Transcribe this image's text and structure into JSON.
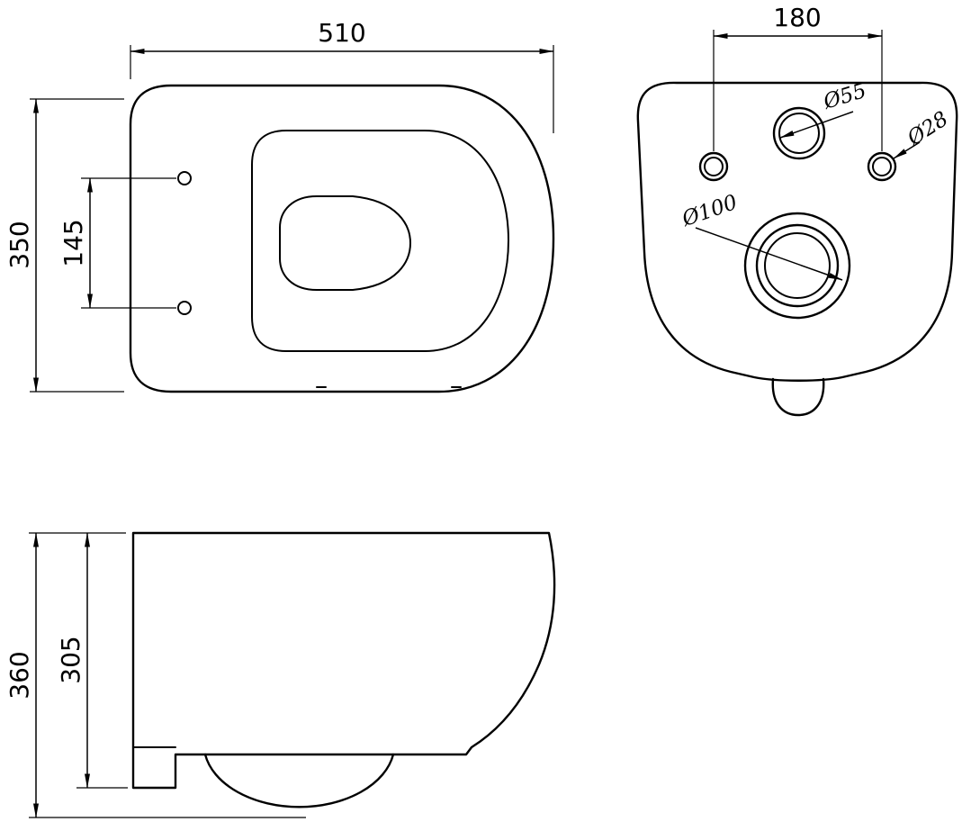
{
  "drawing": {
    "background": "#ffffff",
    "line_color": "#000000",
    "top_view": {
      "width_label": "510",
      "depth_label": "350",
      "mount_hole_spacing_label": "145"
    },
    "rear_view": {
      "bolt_spacing_label": "180",
      "inlet_diameter_label": "Ø55",
      "bolt_hole_diameter_label": "Ø28",
      "outlet_diameter_label": "Ø100"
    },
    "side_view": {
      "overall_height_label": "360",
      "body_height_label": "305"
    }
  }
}
